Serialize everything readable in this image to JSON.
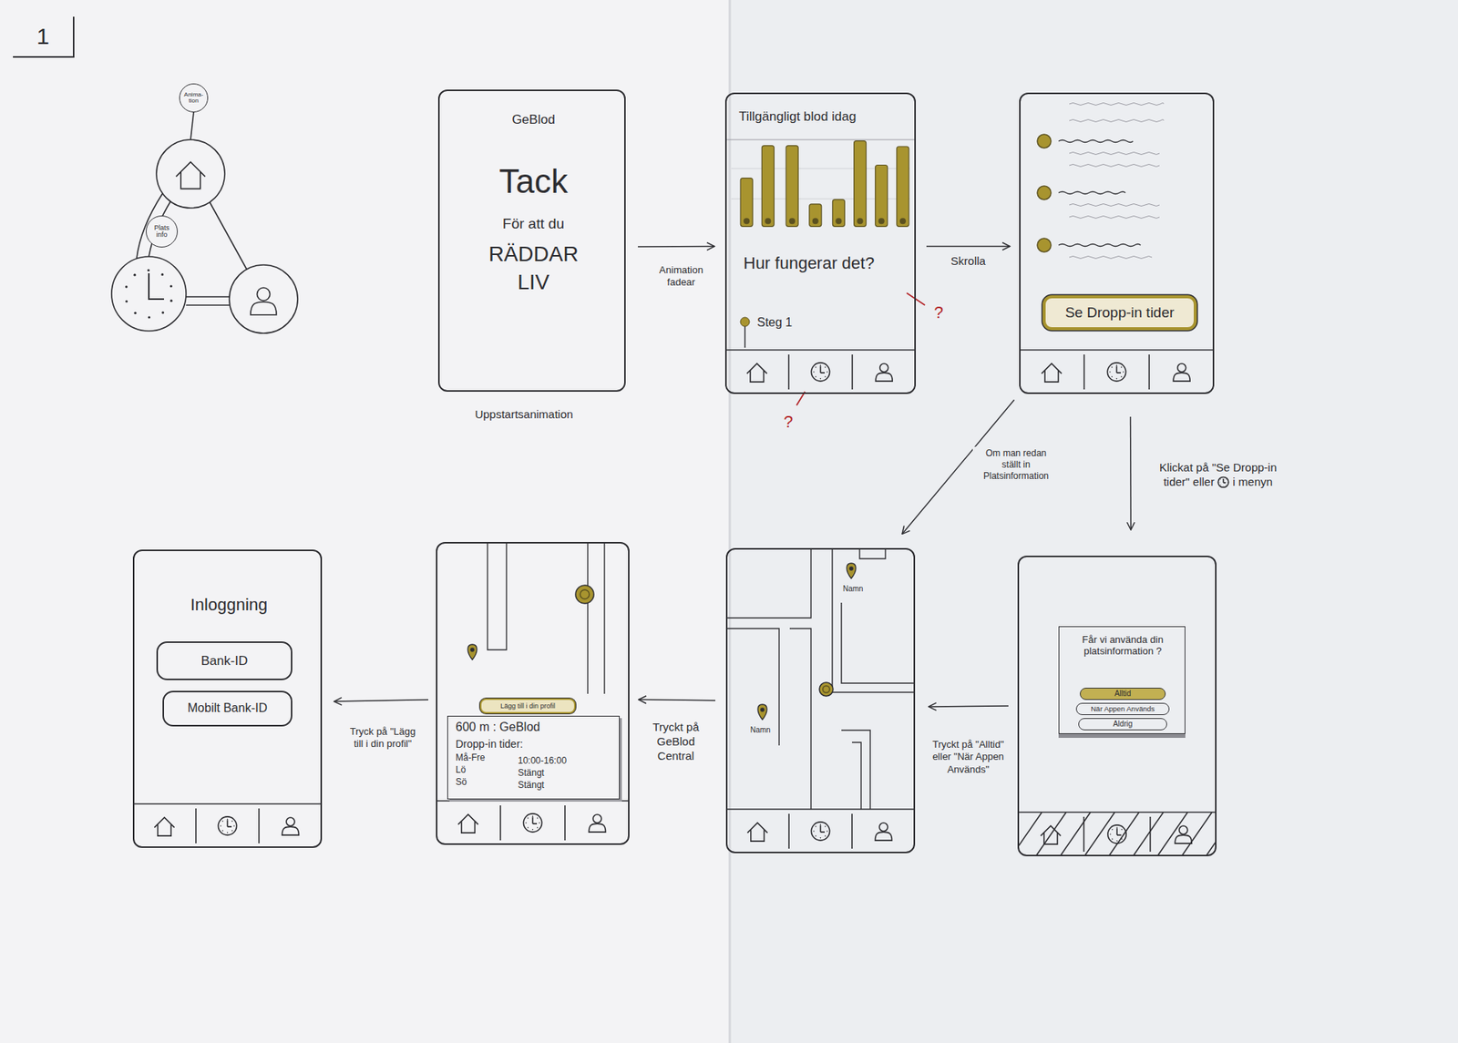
{
  "diagram": {
    "nodes": [
      {
        "text": [
          "1"
        ]
      },
      {
        "text": [
          "Anima- tion"
        ]
      },
      {
        "text": [
          "Plats info"
        ]
      },
      {
        "text": [
          "GeBlod",
          "Tack",
          "För att du",
          "RÄDDAR",
          "LIV"
        ]
      },
      {
        "text": [
          "Tillgängligt blod idag",
          "Hur fungerar det?",
          "Steg 1"
        ]
      },
      {
        "text": []
      },
      {
        "text": [
          "Se Dropp-in tider"
        ],
        "in": 5
      },
      {
        "text": [
          "Inloggning"
        ]
      },
      {
        "text": [
          "Bank-ID"
        ],
        "in": 7
      },
      {
        "text": [
          "Mobilt Bank-ID"
        ],
        "in": 7
      },
      {
        "text": []
      },
      {
        "text": [
          "Lägg till i din profil"
        ],
        "in": 10
      },
      {
        "text": [
          "600 m : GeBlod",
          "Dropp-in tider:",
          "Må-Fre",
          "10:00-16:00",
          "Lö",
          "Stängt",
          "Sö",
          "Stängt"
        ],
        "in": 10
      },
      {
        "text": [
          "Namn",
          "Namn"
        ]
      },
      {
        "text": []
      },
      {
        "text": [
          "Får vi använda din platsinformation ?"
        ],
        "in": 14
      },
      {
        "text": [
          "Alltid"
        ],
        "in": 15
      },
      {
        "text": [
          "När Appen Används"
        ],
        "in": 15
      },
      {
        "text": [
          "Aldrig"
        ],
        "in": 15
      }
    ],
    "edges": [
      {
        "from": 3,
        "to": 4,
        "arrow": "to",
        "label": "Animation fadear"
      },
      {
        "from": 4,
        "to": 5,
        "arrow": "to",
        "label": "Skrolla"
      },
      {
        "from": 5,
        "to": 13,
        "arrow": "to",
        "label": "Om man redan ställt in Platsinformation"
      },
      {
        "from": 5,
        "to": 14,
        "arrow": "to",
        "label": "Klickat på \"Se Dropp-in tider\" eller i menyn"
      },
      {
        "from": 14,
        "to": 13,
        "arrow": "to",
        "label": "Tryckt på \"Alltid\" eller \"När Appen Används\""
      },
      {
        "from": 13,
        "to": 10,
        "arrow": "to",
        "label": "Tryckt på GeBlod Central"
      },
      {
        "from": 10,
        "to": 7,
        "arrow": "to",
        "label": "Tryck på \"Lägg till i din profil\""
      }
    ],
    "labels": [
      "Uppstartsanimation",
      "?",
      "?"
    ]
  }
}
